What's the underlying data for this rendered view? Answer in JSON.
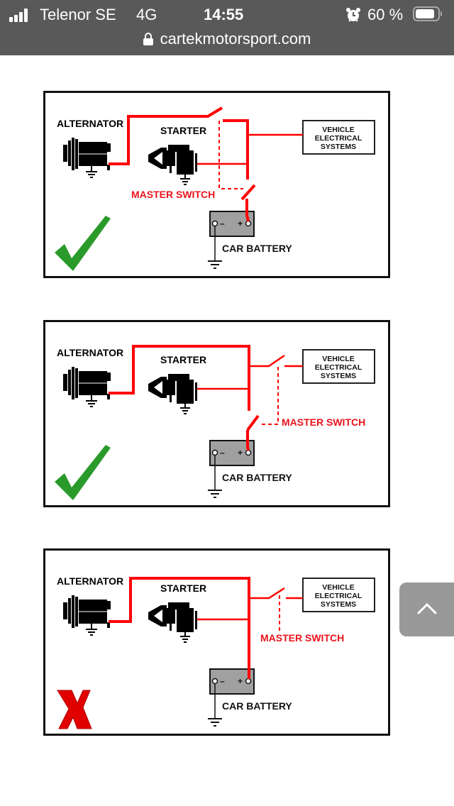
{
  "status_bar": {
    "carrier": "Telenor SE",
    "network": "4G",
    "time": "14:55",
    "battery_percent_label": "60 %",
    "battery_level": 0.6,
    "icons": [
      "signal-icon",
      "alarm-icon",
      "battery-icon"
    ]
  },
  "browser": {
    "url": "cartekmotorsport.com",
    "secure_icon": "lock-icon"
  },
  "diagrams": [
    {
      "verdict": "correct",
      "verdict_icon": "check-mark-icon",
      "labels": {
        "alternator": "ALTERNATOR",
        "starter": "STARTER",
        "vehicle_line1": "VEHICLE",
        "vehicle_line2": "ELECTRICAL",
        "vehicle_line3": "SYSTEMS",
        "master_switch": "MASTER SWITCH",
        "car_battery": "CAR BATTERY",
        "battery_neg": "–",
        "battery_pos": "+"
      }
    },
    {
      "verdict": "correct",
      "verdict_icon": "check-mark-icon",
      "labels": {
        "alternator": "ALTERNATOR",
        "starter": "STARTER",
        "vehicle_line1": "VEHICLE",
        "vehicle_line2": "ELECTRICAL",
        "vehicle_line3": "SYSTEMS",
        "master_switch": "MASTER SWITCH",
        "car_battery": "CAR BATTERY",
        "battery_neg": "–",
        "battery_pos": "+"
      }
    },
    {
      "verdict": "incorrect",
      "verdict_icon": "x-mark-icon",
      "labels": {
        "alternator": "ALTERNATOR",
        "starter": "STARTER",
        "vehicle_line1": "VEHICLE",
        "vehicle_line2": "ELECTRICAL",
        "vehicle_line3": "SYSTEMS",
        "master_switch": "MASTER SWITCH",
        "car_battery": "CAR BATTERY",
        "battery_neg": "–",
        "battery_pos": "+"
      }
    }
  ],
  "colors": {
    "wire": "#ff0000",
    "label_red": "#e8141c",
    "check_green": "#2a9a2a",
    "x_red": "#e00000",
    "battery_gray": "#a0a0a0",
    "status_bg": "#595959",
    "scroll_button_bg": "#999999"
  },
  "scroll_top_button": {
    "icon": "chevron-up-icon"
  }
}
